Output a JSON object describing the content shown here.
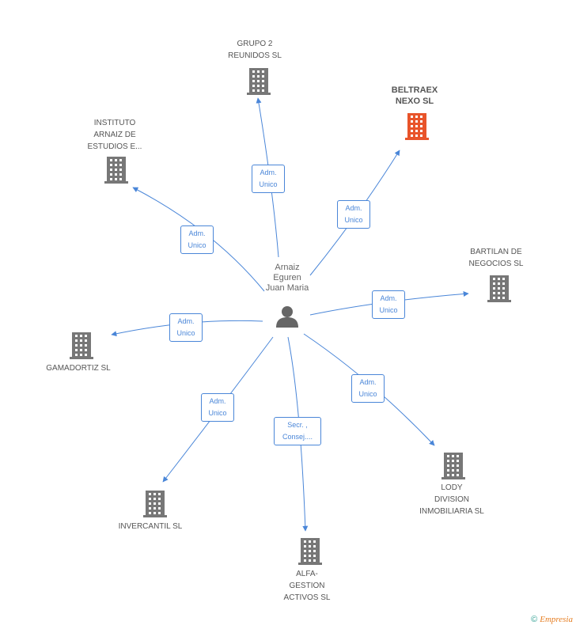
{
  "person": {
    "name": "Arnaiz\nEguren\nJuan Maria"
  },
  "companies": [
    {
      "id": "grupo2",
      "label": "GRUPO 2\nREUNIDOS SL",
      "highlight": false
    },
    {
      "id": "beltraex",
      "label": "BELTRAEX\nNEXO SL",
      "highlight": true
    },
    {
      "id": "instituto",
      "label": "INSTITUTO\nARNAIZ DE\nESTUDIOS E...",
      "highlight": false
    },
    {
      "id": "bartilan",
      "label": "BARTILAN DE\nNEGOCIOS  SL",
      "highlight": false
    },
    {
      "id": "gamadortiz",
      "label": "GAMADORTIZ SL",
      "highlight": false
    },
    {
      "id": "lody",
      "label": "LODY\nDIVISION\nINMOBILIARIA SL",
      "highlight": false
    },
    {
      "id": "invercantil",
      "label": "INVERCANTIL  SL",
      "highlight": false
    },
    {
      "id": "alfa",
      "label": "ALFA-\nGESTION\nACTIVOS SL",
      "highlight": false
    }
  ],
  "edges": [
    {
      "to": "grupo2",
      "label": "Adm.\nUnico"
    },
    {
      "to": "beltraex",
      "label": "Adm.\nUnico"
    },
    {
      "to": "instituto",
      "label": "Adm.\nUnico"
    },
    {
      "to": "bartilan",
      "label": "Adm.\nUnico"
    },
    {
      "to": "gamadortiz",
      "label": "Adm.\nUnico"
    },
    {
      "to": "lody",
      "label": "Adm.\nUnico"
    },
    {
      "to": "invercantil",
      "label": "Adm.\nUnico"
    },
    {
      "to": "alfa",
      "label": "Secr. ,\nConsej...."
    }
  ],
  "colors": {
    "edge": "#4a86d8",
    "building": "#777777",
    "highlight": "#e8542a"
  },
  "footer": {
    "copyright": "©",
    "brand": "Empresia"
  }
}
